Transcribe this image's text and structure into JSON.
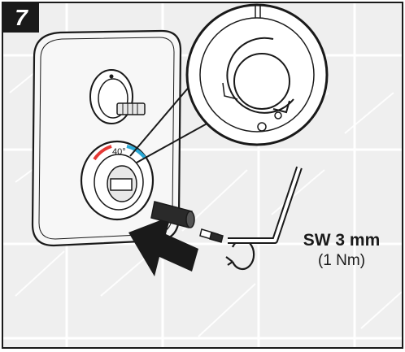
{
  "step": {
    "number": "7"
  },
  "dial": {
    "temperature": "40"
  },
  "spec": {
    "wrench": "SW 3 mm",
    "torque": "(1 Nm)"
  },
  "colors": {
    "hot": "#e53935",
    "cold": "#29a9d6",
    "line": "#1a1a1a",
    "background": "#efefef",
    "tile_line": "#ffffff"
  }
}
